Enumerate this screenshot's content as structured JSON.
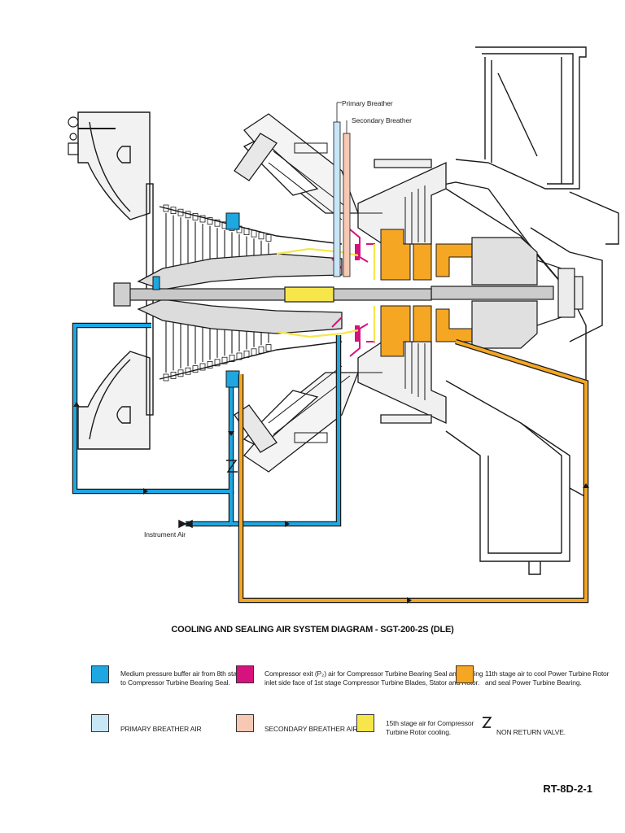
{
  "diagram": {
    "title": "COOLING AND SEALING AIR SYSTEM DIAGRAM - SGT-200-2S (DLE)",
    "reference": "RT-8D-2-1",
    "callouts": {
      "primary_breather": "Primary Breather",
      "secondary_breather": "Secondary Breather",
      "instrument_air": "Instrument Air"
    }
  },
  "colors": {
    "medium_pressure": "#1ea7e1",
    "compressor_exit": "#d6127e",
    "eleventh_stage": "#f5a623",
    "primary_breather": "#c7e6f6",
    "secondary_breather": "#f7c9b5",
    "fifteenth_stage": "#f7e64a",
    "engine_line": "#1a1a1a",
    "engine_fill": "#d9d9d9"
  },
  "legend": [
    {
      "key": "medium_pressure",
      "text_lines": [
        "Medium pressure buffer air from 8th stage",
        "to Compressor Turbine Bearing Seal."
      ]
    },
    {
      "key": "compressor_exit",
      "text_lines": [
        "Compressor exit (P₂) air for Compressor Turbine Bearing Seal and cooling",
        "inlet side face of 1st stage Compressor Turbine Blades, Stator and Rotor."
      ]
    },
    {
      "key": "eleventh_stage",
      "text_lines": [
        "11th stage air to cool Power Turbine Rotor",
        "and seal Power Turbine Bearing."
      ]
    },
    {
      "key": "primary_breather",
      "text_lines": [
        "PRIMARY BREATHER AIR"
      ]
    },
    {
      "key": "secondary_breather",
      "text_lines": [
        "SECONDARY BREATHER AIR"
      ]
    },
    {
      "key": "fifteenth_stage",
      "text_lines": [
        "15th stage air for Compressor",
        "Turbine Rotor cooling."
      ]
    },
    {
      "key": "non_return_valve",
      "text_lines": [
        "NON RETURN VALVE."
      ]
    }
  ]
}
